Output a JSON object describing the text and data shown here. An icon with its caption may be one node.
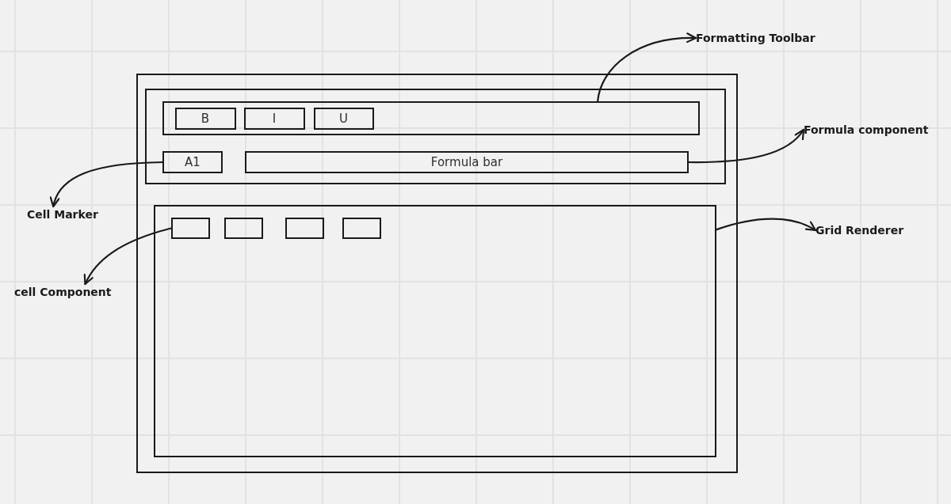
{
  "diagram": {
    "nodes": [
      {
        "text": [],
        "shape": "box"
      },
      {
        "text": [],
        "shape": "box",
        "in": 0
      },
      {
        "text": [],
        "shape": "box",
        "in": 1
      },
      {
        "text": [
          "B"
        ],
        "in": 2
      },
      {
        "text": [
          "I"
        ],
        "in": 2
      },
      {
        "text": [
          "U"
        ],
        "in": 2
      },
      {
        "text": [
          "A1"
        ],
        "in": 1
      },
      {
        "text": [
          "Formula bar"
        ],
        "in": 1
      },
      {
        "text": [],
        "shape": "box",
        "in": 0
      },
      {
        "text": [],
        "shape": "box",
        "in": 8
      },
      {
        "text": [],
        "shape": "box",
        "in": 8
      },
      {
        "text": [],
        "shape": "box",
        "in": 8
      },
      {
        "text": [],
        "shape": "box",
        "in": 8
      },
      {
        "text": [
          "Formatting Toolbar"
        ]
      },
      {
        "text": [
          "Formula component"
        ]
      },
      {
        "text": [
          "Cell Marker"
        ]
      },
      {
        "text": [
          "cell Component"
        ]
      },
      {
        "text": [
          "Grid Renderer"
        ]
      }
    ],
    "edges": [
      {
        "from": 2,
        "to": 13,
        "arrow": "to"
      },
      {
        "from": 7,
        "to": 14,
        "arrow": "to"
      },
      {
        "from": 6,
        "to": 15,
        "arrow": "to"
      },
      {
        "from": 9,
        "to": 16,
        "arrow": "to"
      },
      {
        "from": 8,
        "to": 17,
        "arrow": "to"
      }
    ]
  }
}
